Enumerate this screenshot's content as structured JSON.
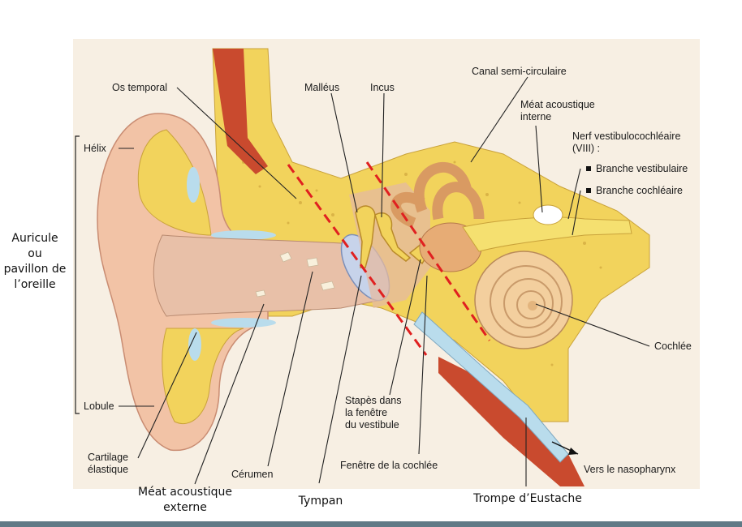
{
  "labels": {
    "os_temporal": "Os temporal",
    "malleus": "Malléus",
    "incus": "Incus",
    "canal": "Canal semi-circulaire",
    "meat_interne": "Méat acoustique\ninterne",
    "nerf": "Nerf vestibulocochléaire\n(VIII) :",
    "branche_vest": "Branche vestibulaire",
    "branche_coch": "Branche cochléaire",
    "helix": "Hélix",
    "lobule": "Lobule",
    "cochlee": "Cochlée",
    "stapes": "Stapès dans\nla fenêtre\ndu vestibule",
    "fenetre_cochlee": "Fenêtre de la cochlée",
    "cartilage": "Cartilage\nélastique",
    "cerumen": "Cérumen",
    "vers": "Vers le nasopharynx"
  },
  "big_labels": {
    "auricule": "Auricule\nou\npavillon de\nl’oreille",
    "meat_externe": "Méat acoustique\nexterne",
    "tympan": "Tympan",
    "trompe": "Trompe d’Eustache"
  },
  "colors": {
    "bone": "#f2d35c",
    "skin": "#f2c3a6",
    "canal": "#e8c0a8",
    "cartilage": "#b9dcec",
    "cochlea": "#f3cf9e",
    "muscle": "#c94a2e",
    "dashed": "#e02020",
    "bottom_bar": "#607a86"
  }
}
